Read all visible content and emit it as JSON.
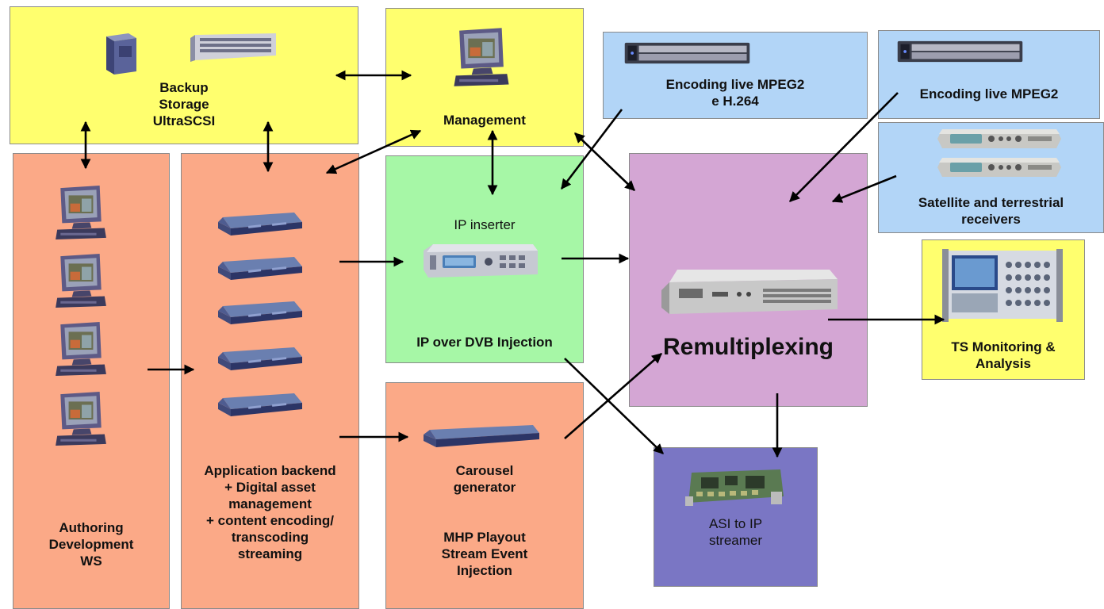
{
  "colors": {
    "yellow": "#ffff6e",
    "salmon": "#fba987",
    "green": "#a6f7a6",
    "blue": "#b2d5f7",
    "violet": "#d4a6d4",
    "indigo": "#7a76c4"
  },
  "nodes": {
    "backup": {
      "label": "Backup\nStorage\nUltraSCSI"
    },
    "management": {
      "label": "Management"
    },
    "encoding1": {
      "label": "Encoding live MPEG2\ne H.264"
    },
    "encoding2": {
      "label": "Encoding live MPEG2"
    },
    "receivers": {
      "label": "Satellite and terrestrial\nreceivers"
    },
    "authoring": {
      "label": "Authoring\nDevelopment\nWS"
    },
    "appbackend": {
      "label": "Application backend\n+ Digital asset\nmanagement\n+ content encoding/\ntranscoding\nstreaming"
    },
    "ipinserter": {
      "title": "IP inserter",
      "label": "IP over DVB Injection"
    },
    "remux": {
      "label": "Remultiplexing"
    },
    "tsmon": {
      "label": "TS Monitoring &\nAnalysis"
    },
    "carousel": {
      "label": "Carousel\ngenerator",
      "label2": "MHP Playout\nStream Event\nInjection"
    },
    "asi": {
      "label": "ASI to IP\nstreamer"
    }
  },
  "icons": [
    "storage-tower-icon",
    "storage-array-icon",
    "monitor-icon",
    "server-1u-icon",
    "rack-unit-icon",
    "receiver-icon",
    "ip-inserter-icon",
    "remux-unit-icon",
    "analyzer-icon",
    "pci-card-icon"
  ]
}
